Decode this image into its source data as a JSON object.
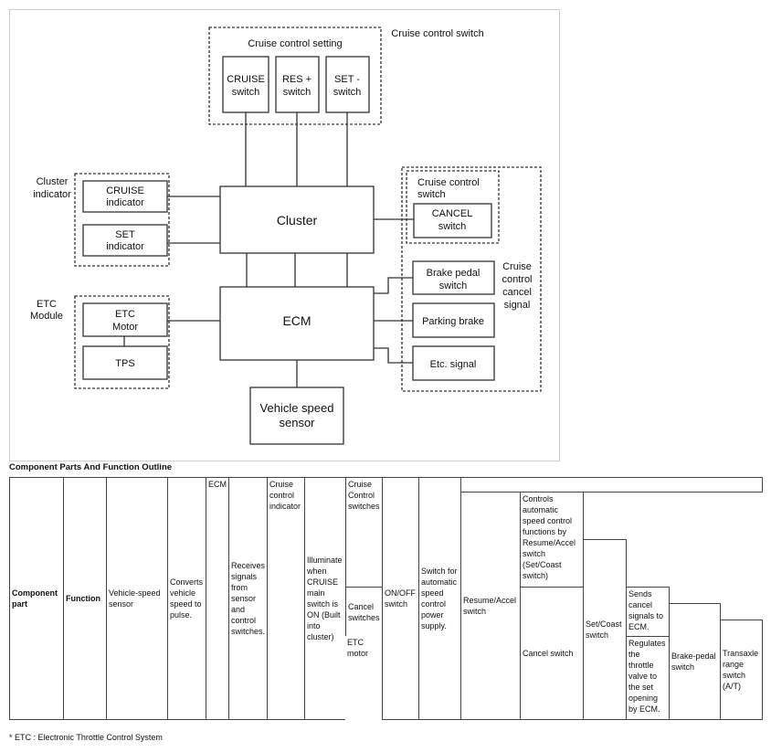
{
  "diagram": {
    "cruise_control_switch_group": "Cruise control switch",
    "cruise_control_setting_group": "Cruise control setting",
    "cruise_switch": [
      "CRUISE",
      "switch"
    ],
    "res_switch": [
      "RES +",
      "switch"
    ],
    "set_switch": [
      "SET -",
      "switch"
    ],
    "cluster_indicator_group": [
      "Cluster",
      "indicator"
    ],
    "cruise_indicator": [
      "CRUISE",
      "indicator"
    ],
    "set_indicator": [
      "SET",
      "indicator"
    ],
    "cluster": "Cluster",
    "cancel_switch_group": [
      "Cruise control",
      "switch"
    ],
    "cancel_switch": [
      "CANCEL",
      "switch"
    ],
    "cancel_signal_group": [
      "Cruise",
      "control",
      "cancel",
      "signal"
    ],
    "brake_pedal_switch": [
      "Brake pedal",
      "switch"
    ],
    "parking_brake": "Parking brake",
    "etc_signal": "Etc. signal",
    "etc_module_group": [
      "ETC",
      "Module"
    ],
    "etc_motor": [
      "ETC",
      "Motor"
    ],
    "tps": "TPS",
    "ecm": "ECM",
    "vehicle_speed_sensor": [
      "Vehicle speed",
      "sensor"
    ]
  },
  "table": {
    "title": "Component Parts And Function Outline",
    "component_part_header": "Component part",
    "function_header": "Function",
    "vehicle_speed_sensor_name": "Vehicle-speed sensor",
    "vehicle_speed_sensor_function": "Converts vehicle speed to pulse.",
    "ecm_name": "ECM",
    "ecm_function": "Receives signals from sensor and control switches.",
    "cruise_indicator_name": "Cruise control indicator",
    "cruise_indicator_function": "Illuminate when CRUISE main switch is ON (Built into cluster)",
    "cruise_switches_name": "Cruise Control switches",
    "cancel_switches_name": "Cancel switches",
    "etc_motor_name": "ETC motor",
    "on_off_switch_name": "ON/OFF switch",
    "on_off_switch_function": "Switch for automatic speed control power supply.",
    "resume_accel_name": "Resume/Accel switch",
    "resume_accel_function": "Controls automatic speed control functions by Resume/Accel switch (Set/Coast switch)",
    "cancel_switch_name": "Cancel switch",
    "set_coast_name": "Set/Coast switch",
    "cancel_switch_function": "Sends cancel signals to ECM.",
    "etc_motor_function": "Regulates the throttle valve to the set opening by ECM.",
    "brake_pedal_name": "Brake-pedal switch",
    "transaxle_name": "Transaxle range switch (A/T)"
  },
  "footnote": "* ETC : Electronic Throttle Control System"
}
